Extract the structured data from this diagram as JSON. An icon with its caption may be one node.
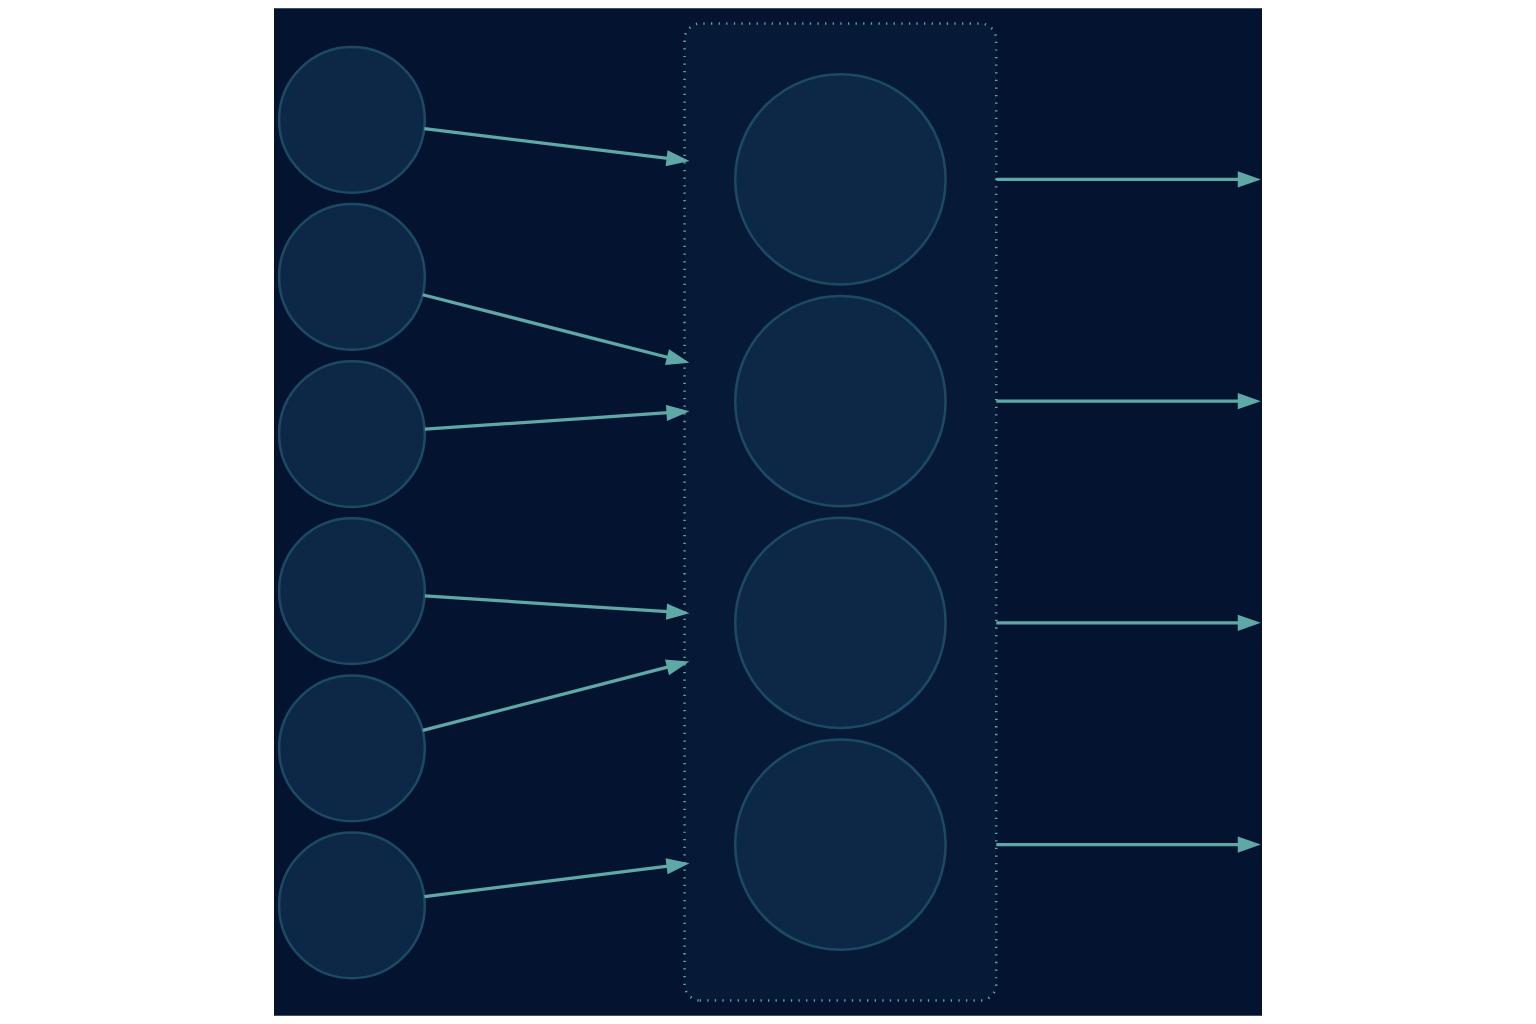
{
  "diagram": {
    "nodes": [
      {
        "text": [],
        "shape": "circle"
      },
      {
        "text": [],
        "shape": "circle"
      },
      {
        "text": [],
        "shape": "circle"
      },
      {
        "text": [],
        "shape": "circle"
      },
      {
        "text": [],
        "shape": "circle"
      },
      {
        "text": [],
        "shape": "circle"
      },
      {
        "text": [],
        "shape": "ellipse"
      },
      {
        "text": [],
        "shape": "circle",
        "in": 6
      },
      {
        "text": [],
        "shape": "circle",
        "in": 6
      },
      {
        "text": [],
        "shape": "circle",
        "in": 6
      },
      {
        "text": [],
        "shape": "circle",
        "in": 6
      }
    ],
    "edges": [
      {
        "from": 0,
        "to": 6,
        "arrow": "to"
      },
      {
        "from": 1,
        "to": 6,
        "arrow": "to"
      },
      {
        "from": 2,
        "to": 6,
        "arrow": "to"
      },
      {
        "from": 3,
        "to": 6,
        "arrow": "to"
      },
      {
        "from": 4,
        "to": 6,
        "arrow": "to"
      },
      {
        "from": 5,
        "to": 6,
        "arrow": "to"
      },
      {
        "from": 6,
        "to": null,
        "arrow": "to"
      },
      {
        "from": 6,
        "to": null,
        "arrow": "to"
      },
      {
        "from": 6,
        "to": null,
        "arrow": "to"
      },
      {
        "from": 6,
        "to": null,
        "arrow": "to"
      }
    ]
  }
}
